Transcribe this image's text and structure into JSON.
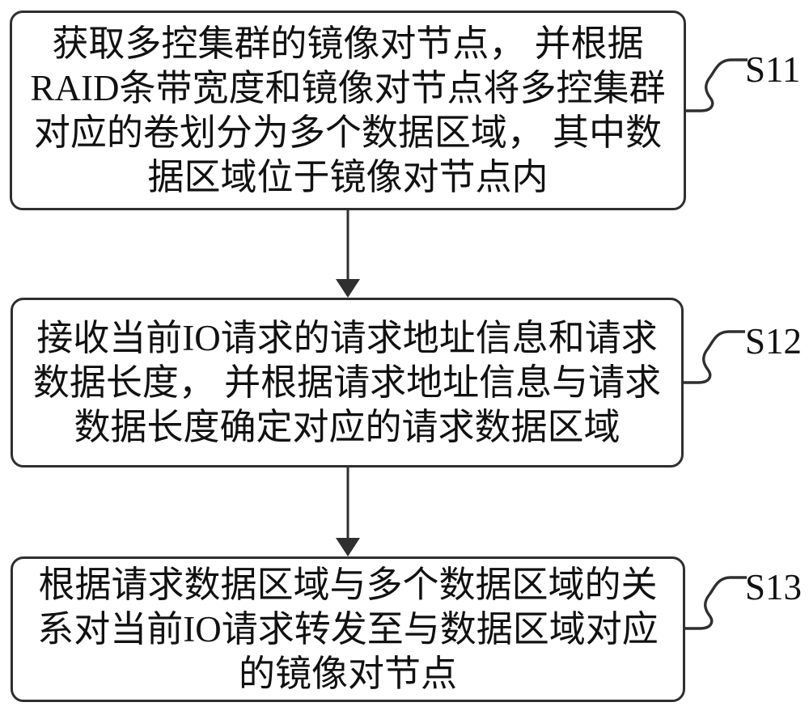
{
  "figure": {
    "type": "flowchart",
    "colors": {
      "line": "#2f2f2f",
      "text": "#111111",
      "bg": "#ffffff"
    },
    "steps": [
      {
        "id": "S11",
        "lines": [
          "获取多控集群的镜像对节点， 并根据",
          "RAID条带宽度和镜像对节点将多控集群",
          "对应的卷划分为多个数据区域， 其中数",
          "据区域位于镜像对节点内"
        ]
      },
      {
        "id": "S12",
        "lines": [
          "接收当前IO请求的请求地址信息和请求",
          "数据长度， 并根据请求地址信息与请求",
          "数据长度确定对应的请求数据区域"
        ]
      },
      {
        "id": "S13",
        "lines": [
          "根据请求数据区域与多个数据区域的关",
          "系对当前IO请求转发至与数据区域对应",
          "的镜像对节点"
        ]
      }
    ]
  }
}
